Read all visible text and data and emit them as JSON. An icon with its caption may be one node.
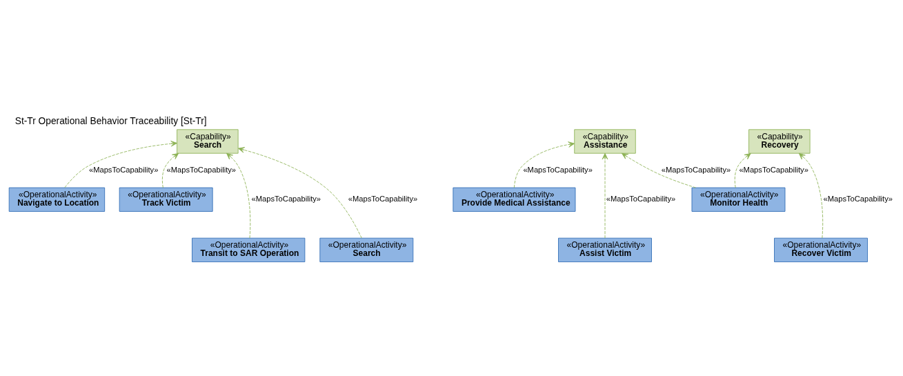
{
  "diagram": {
    "title": "St-Tr Operational Behavior Traceability [St-Tr]",
    "nodes": [
      {
        "text": [
          "«Capability»",
          "Search"
        ]
      },
      {
        "text": [
          "«Capability»",
          "Recovery"
        ]
      },
      {
        "text": [
          "«Capability»",
          "Assistance"
        ]
      },
      {
        "text": [
          "«OperationalActivity»",
          "Navigate to Location"
        ]
      },
      {
        "text": [
          "«OperationalActivity»",
          "Track Victim"
        ]
      },
      {
        "text": [
          "«OperationalActivity»",
          "Monitor Health"
        ]
      },
      {
        "text": [
          "«OperationalActivity»",
          "Provide Medical Assistance"
        ]
      },
      {
        "text": [
          "«OperationalActivity»",
          "Transit to SAR Operation"
        ]
      },
      {
        "text": [
          "«OperationalActivity»",
          "Search"
        ]
      },
      {
        "text": [
          "«OperationalActivity»",
          "Recover Victim"
        ]
      },
      {
        "text": [
          "«OperationalActivity»",
          "Assist Victim"
        ]
      }
    ],
    "edges": [
      {
        "from": 3,
        "to": 0,
        "arrow": "to",
        "style": "dashed",
        "label": "«MapsToCapability»"
      },
      {
        "from": 4,
        "to": 0,
        "arrow": "to",
        "style": "dashed",
        "label": "«MapsToCapability»"
      },
      {
        "from": 5,
        "to": 2,
        "arrow": "to",
        "style": "dashed",
        "label": "«MapsToCapability»"
      },
      {
        "from": 5,
        "to": 1,
        "arrow": "to",
        "style": "dashed",
        "label": "«MapsToCapability»"
      },
      {
        "from": 6,
        "to": 2,
        "arrow": "to",
        "style": "dashed",
        "label": "«MapsToCapability»"
      },
      {
        "from": 7,
        "to": 0,
        "arrow": "to",
        "style": "dashed",
        "label": "«MapsToCapability»"
      },
      {
        "from": 8,
        "to": 0,
        "arrow": "to",
        "style": "dashed",
        "label": "«MapsToCapability»"
      },
      {
        "from": 9,
        "to": 1,
        "arrow": "to",
        "style": "dashed",
        "label": "«MapsToCapability»"
      },
      {
        "from": 10,
        "to": 2,
        "arrow": "to",
        "style": "dashed",
        "label": "«MapsToCapability»"
      }
    ]
  }
}
